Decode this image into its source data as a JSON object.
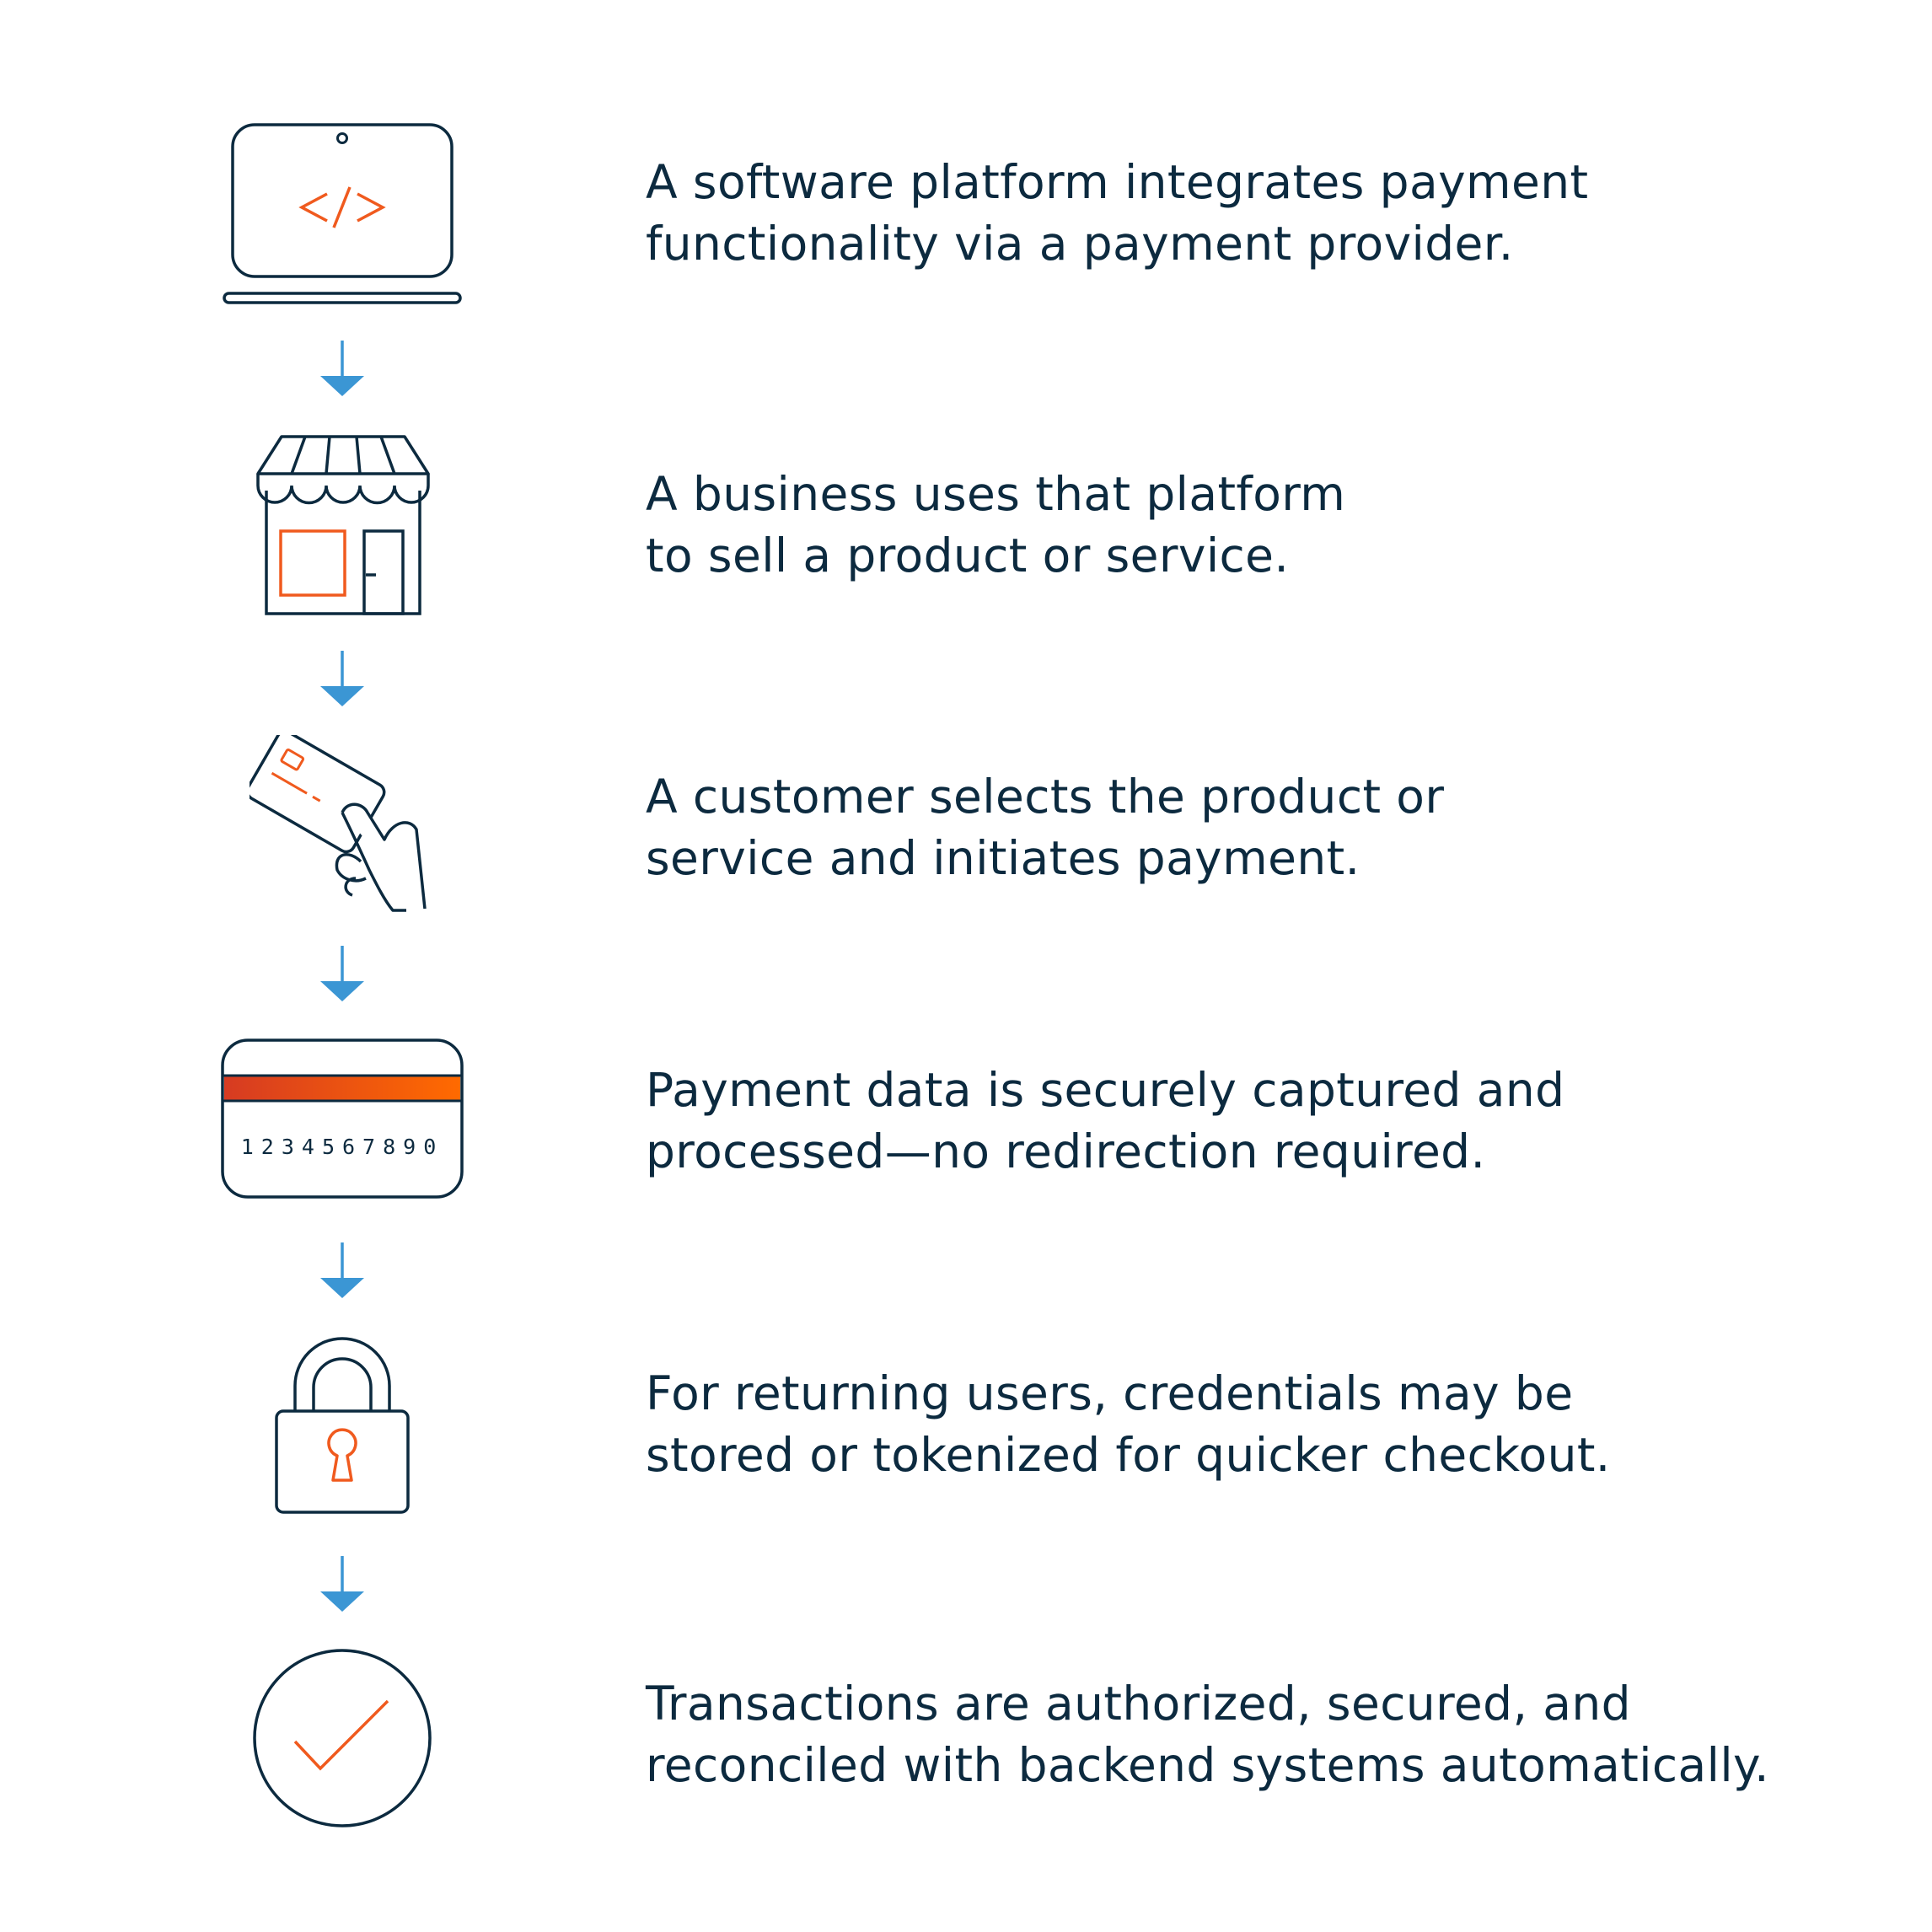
{
  "colors": {
    "text": "#0c2a3f",
    "icon_stroke": "#0c2a3f",
    "accent_orange": "#f05a1e",
    "accent_red": "#d63b22",
    "arrow_blue": "#3b96d4"
  },
  "steps": [
    {
      "icon": "laptop-code-icon",
      "lines": [
        "A software platform integrates payment",
        "functionality via a payment provider."
      ]
    },
    {
      "icon": "storefront-icon",
      "lines": [
        "A business uses that platform",
        "to sell a product or service."
      ]
    },
    {
      "icon": "hand-card-icon",
      "lines": [
        "A customer selects the product or",
        "service and initiates payment."
      ]
    },
    {
      "icon": "credit-card-icon",
      "lines": [
        "Payment data is securely captured and",
        "processed—no redirection required."
      ]
    },
    {
      "icon": "padlock-icon",
      "lines": [
        "For returning users, credentials may be",
        "stored or tokenized for quicker checkout."
      ]
    },
    {
      "icon": "checkmark-circle-icon",
      "lines": [
        "Transactions are authorized, secured, and",
        "reconciled with backend systems automatically."
      ]
    }
  ],
  "card": {
    "number": "1234567890"
  }
}
